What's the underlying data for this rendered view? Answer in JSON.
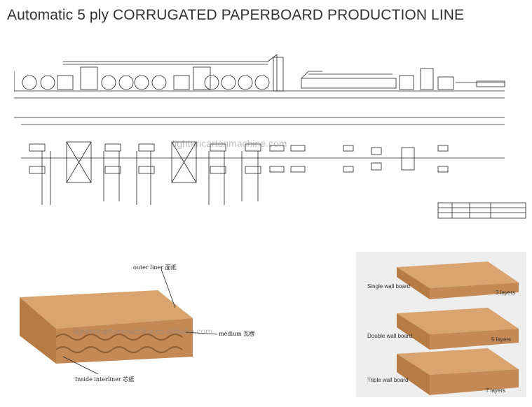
{
  "title": "Automatic 5 ply CORRUGATED PAPERBOARD PRODUCTION LINE",
  "watermark": "lightencartonmachine.com",
  "watermark_board": "lightencartonmachine.cn.alibaba.com",
  "board_diagram": {
    "outer_liner": "outer liner 面纸",
    "medium": "medium 瓦楞",
    "inside_interliner": "Inside interliner 芯纸"
  },
  "ply_types": [
    {
      "label": "Single wall board",
      "layers": "3 layers"
    },
    {
      "label": "Double wall board",
      "layers": "5 layers"
    },
    {
      "label": "Triple wall board",
      "layers": "7 layers"
    }
  ],
  "colors": {
    "cardboard_top": "#d9a470",
    "cardboard_side": "#b77b45",
    "line": "#222222"
  }
}
